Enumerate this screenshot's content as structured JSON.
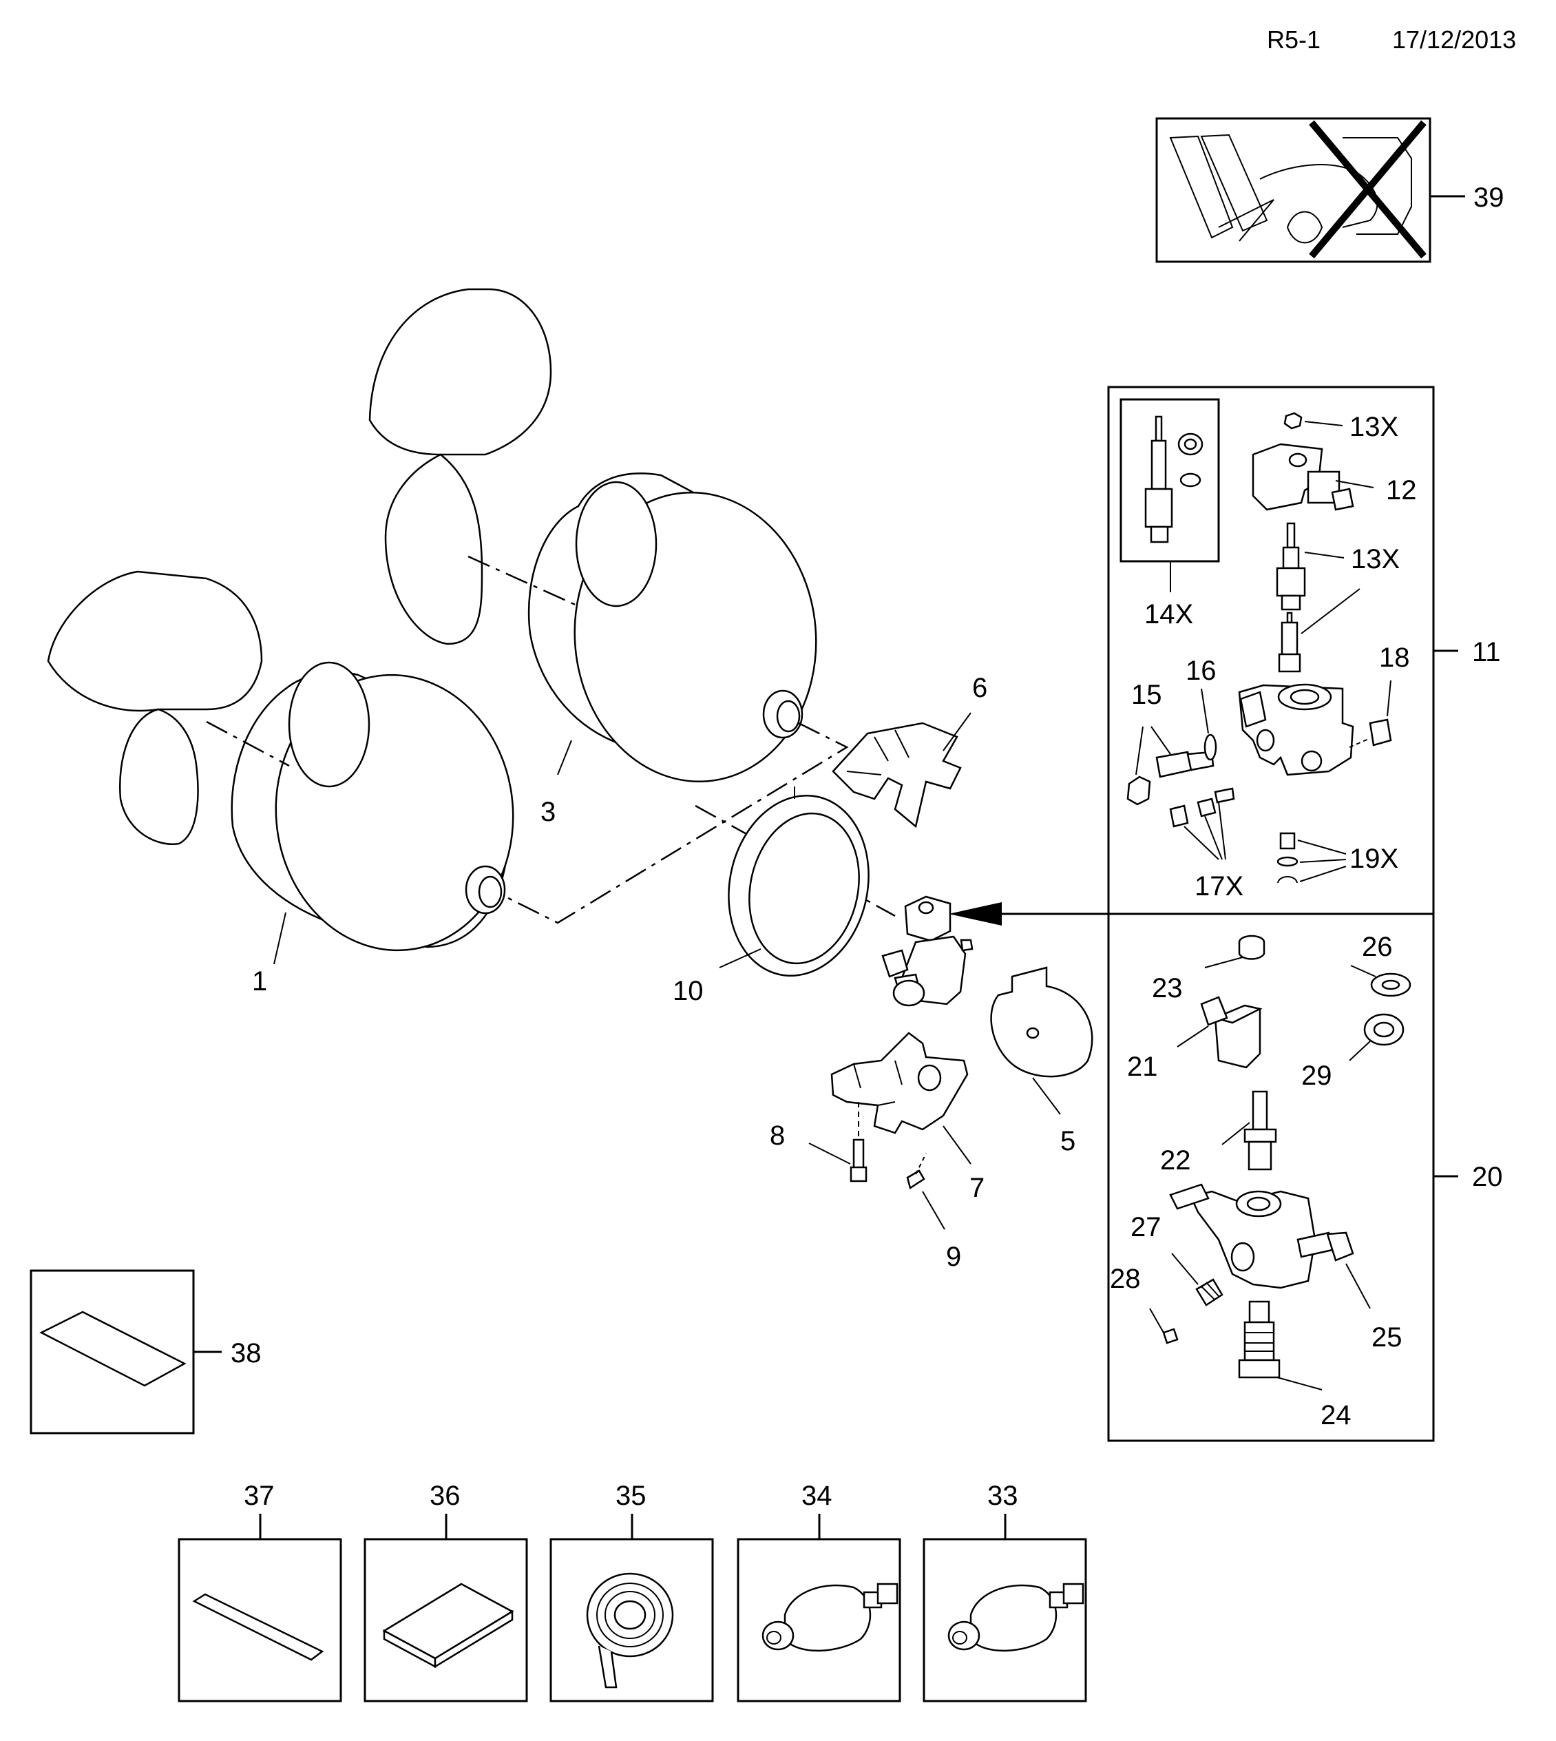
{
  "header": {
    "ref": "R5-1",
    "date": "17/12/2013"
  },
  "callouts": {
    "c1": "1",
    "c3": "3",
    "c5": "5",
    "c6": "6",
    "c7": "7",
    "c8": "8",
    "c9": "9",
    "c10": "10",
    "c11": "11",
    "c12": "12",
    "c13a": "13X",
    "c13b": "13X",
    "c14": "14X",
    "c15": "15",
    "c16": "16",
    "c17": "17X",
    "c18": "18",
    "c19": "19X",
    "c20": "20",
    "c21": "21",
    "c22": "22",
    "c23": "23",
    "c24": "24",
    "c25": "25",
    "c26": "26",
    "c27": "27",
    "c28": "28",
    "c29": "29",
    "c33": "33",
    "c34": "34",
    "c35": "35",
    "c36": "36",
    "c37": "37",
    "c38": "38",
    "c39": "39"
  }
}
